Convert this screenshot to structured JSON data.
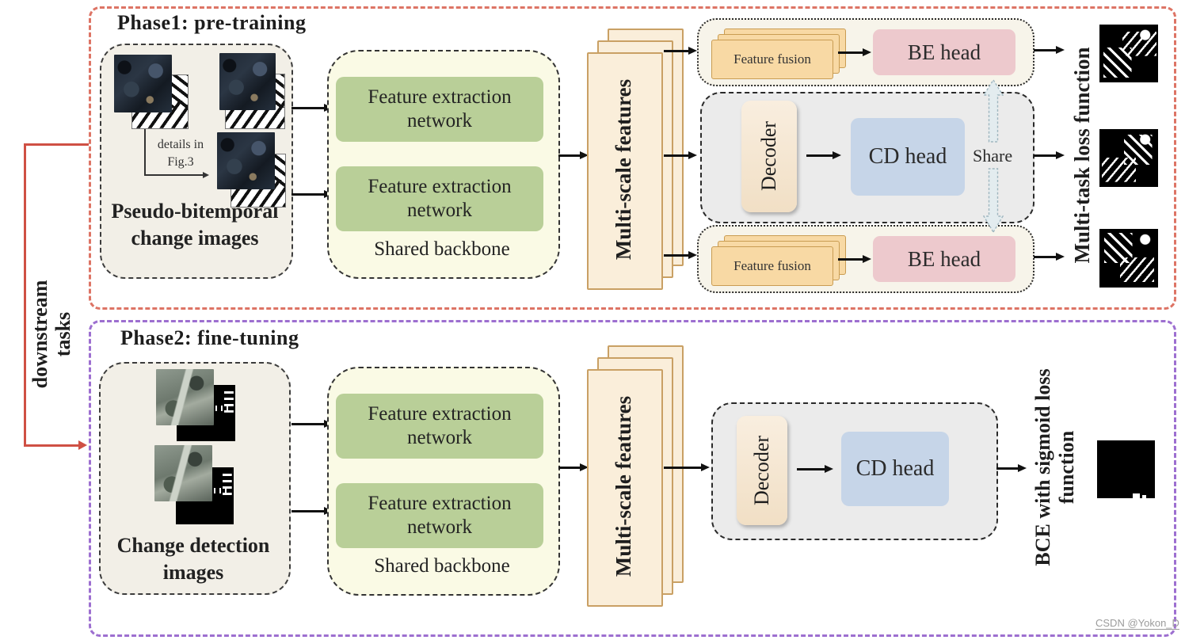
{
  "phase1": {
    "title": "Phase1: pre-training",
    "input": {
      "note_line1": "details in",
      "note_line2": "Fig.3",
      "label_line1": "Pseudo-bitemporal",
      "label_line2": "change images"
    },
    "backbone": {
      "network1": "Feature extraction network",
      "network2": "Feature extraction network",
      "label": "Shared backbone"
    },
    "multiscale_label": "Multi-scale features",
    "branch_top": {
      "fusion": "Feature fusion",
      "head": "BE head"
    },
    "branch_mid": {
      "decoder": "Decoder",
      "head": "CD head",
      "share": "Share"
    },
    "branch_bottom": {
      "fusion": "Feature fusion",
      "head": "BE head"
    },
    "loss_label": "Multi-task loss function"
  },
  "phase2": {
    "title": "Phase2: fine-tuning",
    "input": {
      "label_line1": "Change detection",
      "label_line2": "images"
    },
    "backbone": {
      "network1": "Feature extraction network",
      "network2": "Feature extraction network",
      "label": "Shared backbone"
    },
    "multiscale_label": "Multi-scale features",
    "branch": {
      "decoder": "Decoder",
      "head": "CD head"
    },
    "loss_label_line1": "BCE with sigmoid loss",
    "loss_label_line2": "function"
  },
  "left_annotation": {
    "line1": "downstream",
    "line2": "tasks"
  },
  "watermark": "CSDN @Yokon_D",
  "colors": {
    "phase1_border": "#dd7465",
    "phase2_border": "#9d6fd0",
    "green_box": "#b9cf98",
    "backbone_bg": "#fafae5",
    "multiscale_bg": "#faeeda",
    "multiscale_border": "#c9a064",
    "fusion_bg": "#f8d9a4",
    "be_head_bg": "#edc9cd",
    "cd_head_bg": "#c6d5e8",
    "decoder_bg": "#f6e8d5",
    "gray_container_bg": "#ebebeb",
    "cream_container_bg": "#f7f4ea",
    "input_box_bg": "#f2efe7",
    "bracket_red": "#cf5044"
  }
}
